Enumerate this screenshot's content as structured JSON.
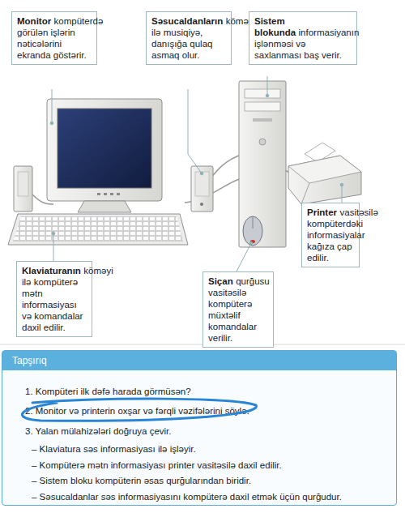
{
  "diagram": {
    "nodes": [
      {
        "text": [
          "Monitor",
          "kompüterdə görülən işlərin nəticələrini ekranda göstərir."
        ]
      },
      {
        "text": [
          "Səsucaldanların",
          "köməyi ilə musiqiyə, danışığa qulaq asmaq olur."
        ]
      },
      {
        "text": [
          "Sistem blokunda",
          "informasiyanın işlənməsi və saxlanması baş verir."
        ]
      },
      {
        "text": [
          "Printer",
          "vasitəsilə kompüterdəki informasiyalar kağıza çap edilir."
        ]
      },
      {
        "text": [
          "Klaviaturanın",
          "köməyi ilə kompüterə mətn informasiyası və komandalar daxil edilir."
        ]
      },
      {
        "text": [
          "Siçan",
          "qurğusu vasitəsilə kompüterə müxtəlif komandalar verilir."
        ]
      },
      {
        "text": [
          "Tapşırıq",
          "1. Kompüteri ilk dəfə harada görmüsən?",
          "2. Monitor və printerin oxşar və fərqli vəzifələrini söylə.",
          "3. Yalan mülahizələri doğruya çevir.",
          "– Klaviatura səs informasiyası ilə işləyir.",
          "– Kompüterə mətn informasiyası printer vasitəsilə daxil edilir.",
          "– Sistem bloku kompüterin əsas qurğularından biridir.",
          "– Səsucaldanlar səs informasiyasını kompüterə daxil etmək üçün qurğudur."
        ]
      }
    ]
  }
}
